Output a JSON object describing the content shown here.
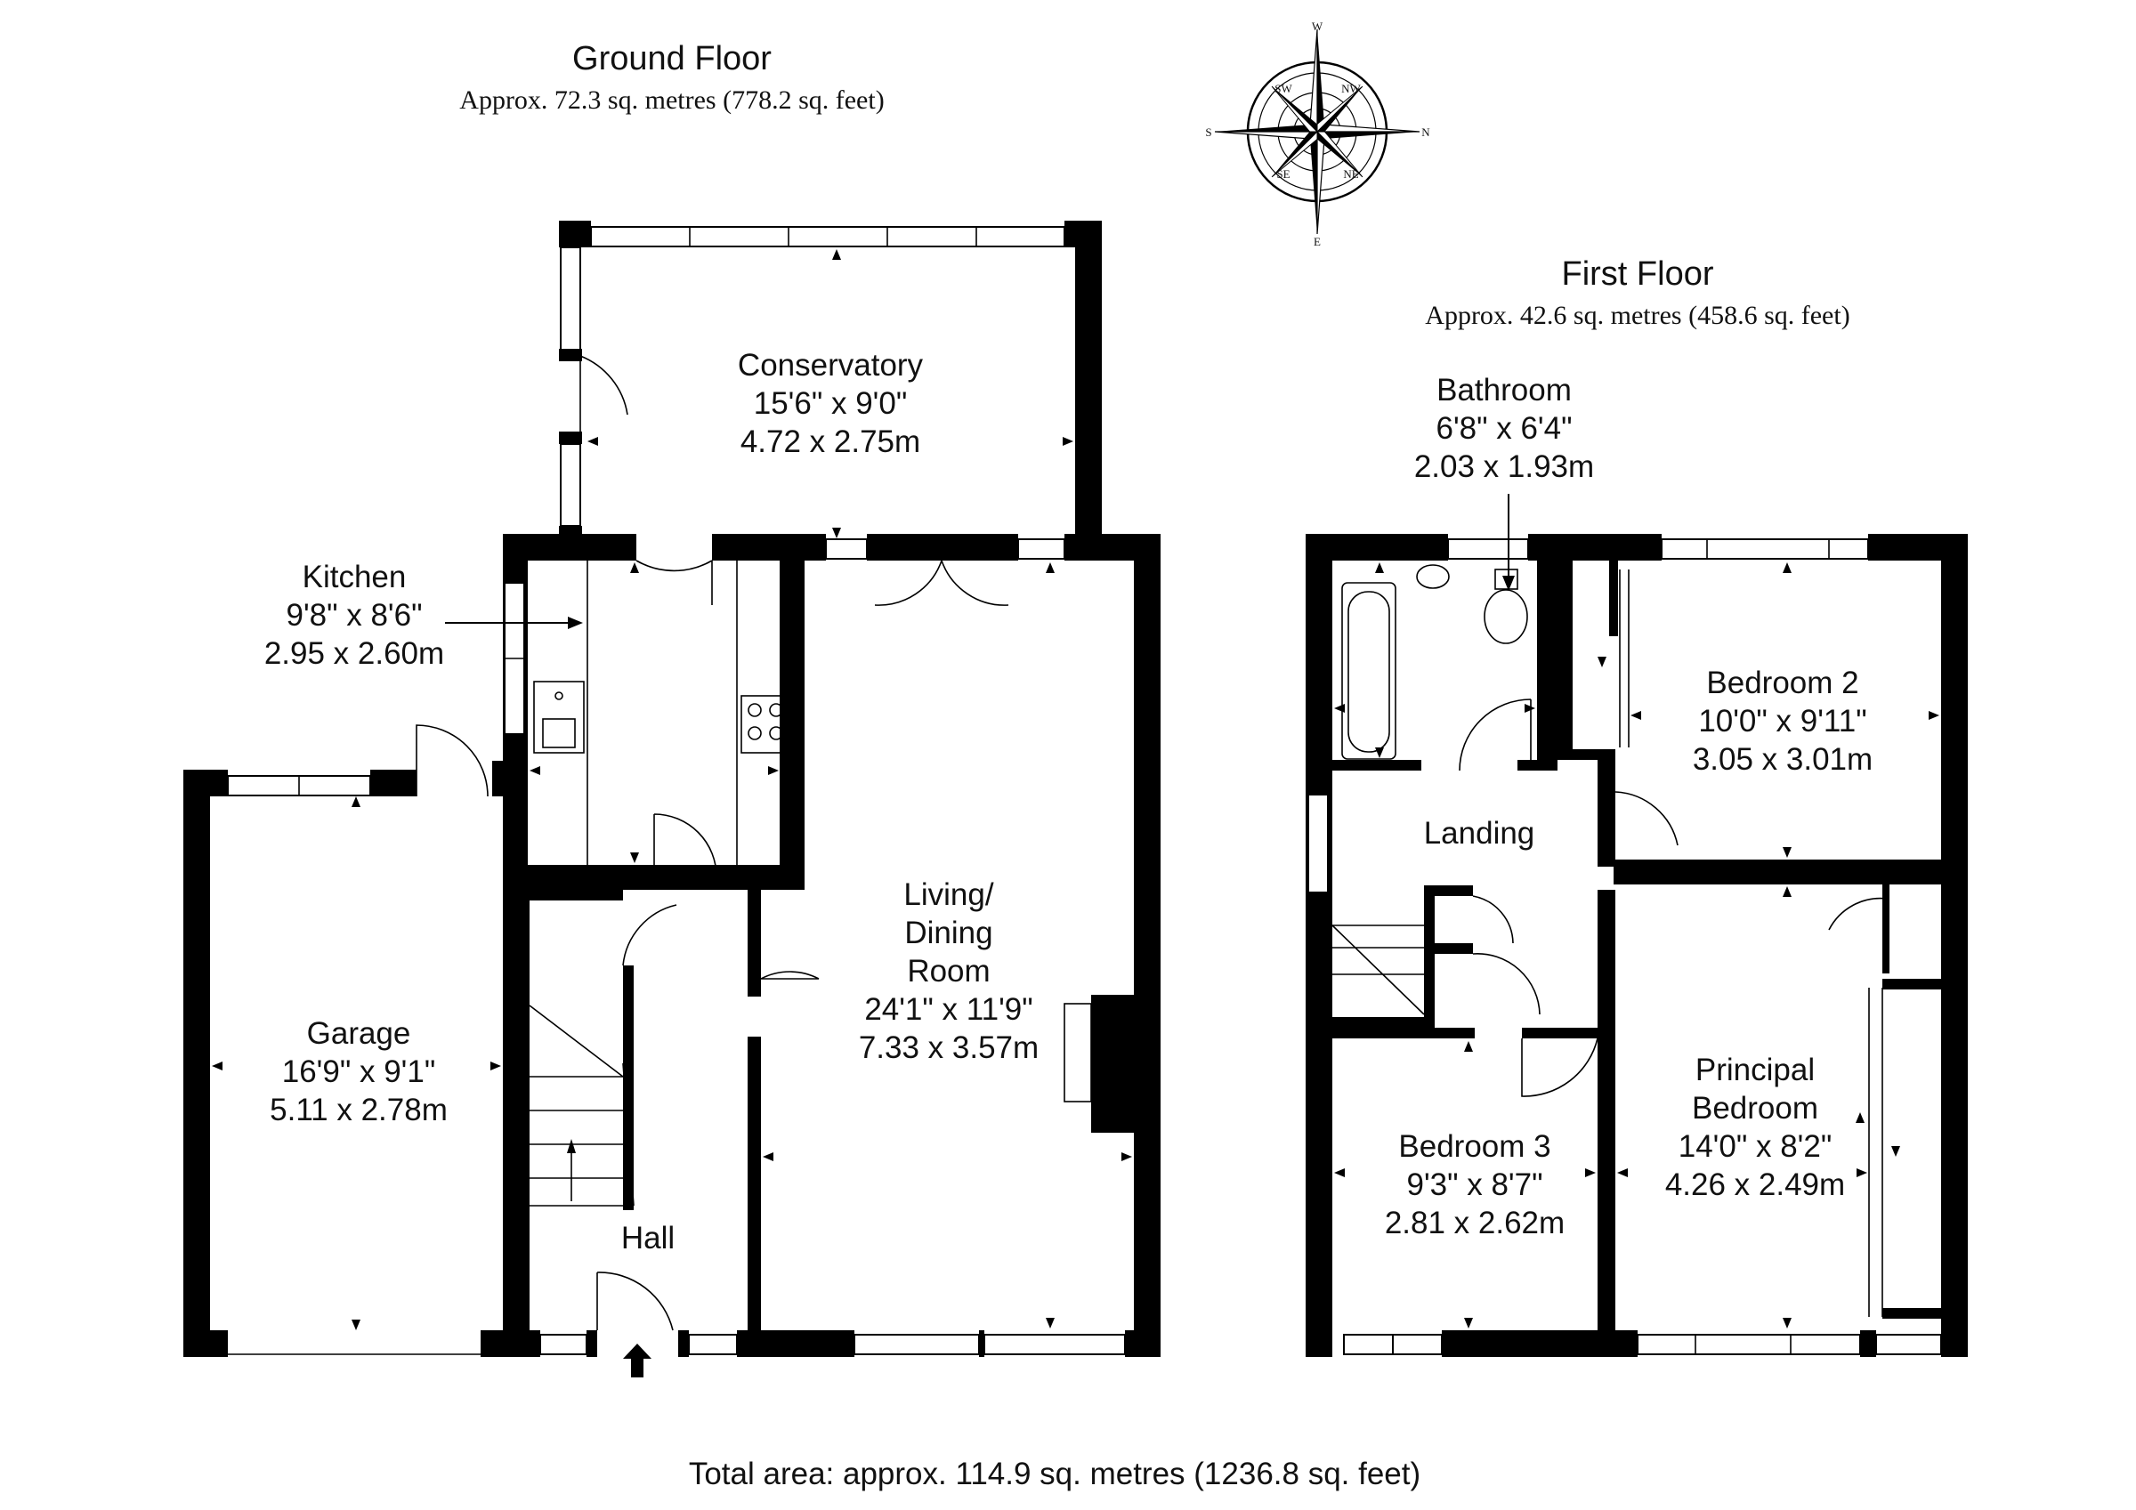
{
  "ground_floor": {
    "title": "Ground Floor",
    "area": "Approx. 72.3 sq. metres (778.2 sq. feet)"
  },
  "first_floor": {
    "title": "First Floor",
    "area": "Approx. 42.6 sq. metres (458.6 sq. feet)"
  },
  "rooms": {
    "conservatory": {
      "name": "Conservatory",
      "imperial": "15'6\" x 9'0\"",
      "metric": "4.72 x 2.75m"
    },
    "kitchen": {
      "name": "Kitchen",
      "imperial": "9'8\" x 8'6\"",
      "metric": "2.95 x 2.60m"
    },
    "living": {
      "line1": "Living/",
      "line2": "Dining",
      "line3": "Room",
      "imperial": "24'1\" x 11'9\"",
      "metric": "7.33 x 3.57m"
    },
    "garage": {
      "name": "Garage",
      "imperial": "16'9\" x 9'1\"",
      "metric": "5.11 x 2.78m"
    },
    "hall": {
      "name": "Hall"
    },
    "bathroom": {
      "name": "Bathroom",
      "imperial": "6'8\" x 6'4\"",
      "metric": "2.03 x 1.93m"
    },
    "bedroom2": {
      "name": "Bedroom 2",
      "imperial": "10'0\" x 9'11\"",
      "metric": "3.05 x 3.01m"
    },
    "landing": {
      "name": "Landing"
    },
    "bedroom3": {
      "name": "Bedroom 3",
      "imperial": "9'3\" x 8'7\"",
      "metric": "2.81 x 2.62m"
    },
    "principal": {
      "line1": "Principal",
      "line2": "Bedroom",
      "imperial": "14'0\" x 8'2\"",
      "metric": "4.26 x 2.49m"
    }
  },
  "compass": {
    "N": "N",
    "S": "S",
    "E": "E",
    "W": "W",
    "NW": "NW",
    "SW": "SW",
    "NE": "NE",
    "SE": "SE"
  },
  "total_area": "Total area: approx. 114.9 sq. metres (1236.8 sq. feet)",
  "colors": {
    "wall": "#000000",
    "background": "#ffffff"
  }
}
